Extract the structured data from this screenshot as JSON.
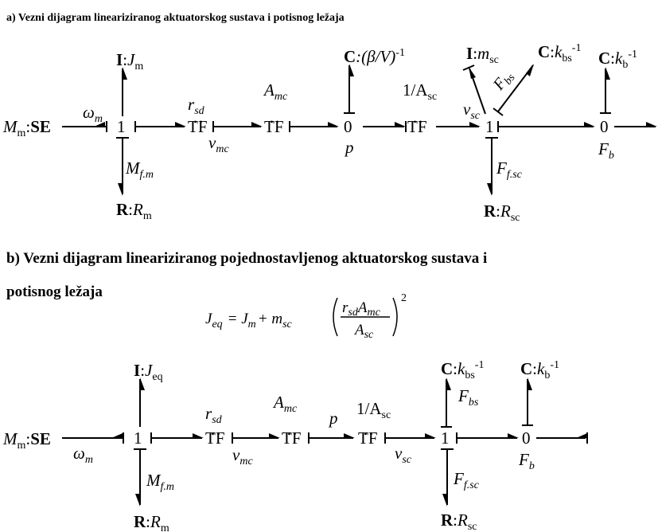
{
  "section_a": {
    "title": "a) Vezni dijagram lineariziranog aktuatorskog sustava i potisnog ležaja"
  },
  "section_b": {
    "title_line1": "b) Vezni dijagram lineariziranog pojednostavljenog aktuatorskog sustava i",
    "title_line2": "potisnog ležaja"
  },
  "equation": {
    "lhs": "J",
    "lhs_sub": "eq",
    "rhs_a": "= J",
    "rhs_a_sub": "m",
    "rhs_b": "+ m",
    "rhs_b_sub": "sc",
    "num": "r",
    "num_sub": "sd",
    "num2": "A",
    "num2_sub": "mc",
    "den": "A",
    "den_sub": "sc",
    "power": "2"
  },
  "labels": {
    "source": "SE",
    "source_param": "M",
    "source_param_sub": "m",
    "omega": "ω",
    "omega_sub_a": "m",
    "omega_sub_b": "m",
    "junction_1": "1",
    "junction_0": "0",
    "tf": "TF",
    "I": "I",
    "C": "C",
    "R": "R",
    "Jm": "J",
    "Jm_sub": "m",
    "Jeq": "J",
    "Jeq_sub": "eq",
    "Rm": "R",
    "Rm_sub": "m",
    "Mfm": "M",
    "Mfm_sub": "f.m",
    "rsd": "r",
    "rsd_sub": "sd",
    "vmc": "v",
    "vmc_sub": "mc",
    "Amc": "A",
    "Amc_sub": "mc",
    "beta_V": ":(β/V)",
    "inv": "-1",
    "p": "p",
    "one_over": "1/A",
    "Asc_sub": "sc",
    "vsc": "v",
    "vsc_sub": "sc",
    "msc": "m",
    "msc_sub": "sc",
    "kbs": "k",
    "kbs_sub": "bs",
    "Fbs": "F",
    "Fbs_sub": "bs",
    "kb": "k",
    "kb_sub": "b",
    "Fb": "F",
    "Fb_sub": "b",
    "Ffsc": "F",
    "Ffsc_sub": "f.sc",
    "Rsc": "R",
    "Rsc_sub": "sc",
    "colon": ":",
    "dots": "‥"
  }
}
